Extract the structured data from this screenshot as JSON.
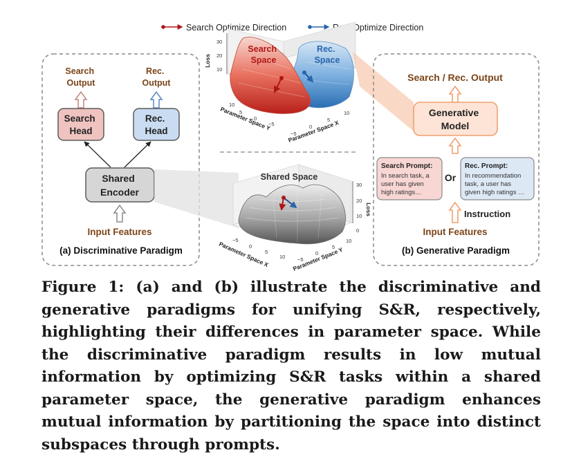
{
  "legend": {
    "search": "Search Optimize Direction",
    "rec": "Rec. Optimize Direction"
  },
  "panel_a": {
    "search_output": [
      "Search",
      "Output"
    ],
    "rec_output": [
      "Rec.",
      "Output"
    ],
    "search_head": [
      "Search",
      "Head"
    ],
    "rec_head": [
      "Rec.",
      "Head"
    ],
    "shared_encoder": [
      "Shared",
      "Encoder"
    ],
    "input_features": "Input Features",
    "label": "(a) Discriminative Paradigm"
  },
  "plot_top": {
    "search_space": [
      "Search",
      "Space"
    ],
    "rec_space": [
      "Rec.",
      "Space"
    ],
    "zlabel": "Loss",
    "xlabel": "Parameter Space X",
    "ylabel": "Parameter Space Y",
    "z_ticks": [
      "10",
      "20",
      "30"
    ],
    "x_ticks": [
      "−5",
      "0",
      "5",
      "10"
    ],
    "y_ticks": [
      "10",
      "5",
      "0",
      "−5"
    ]
  },
  "plot_bottom": {
    "title": "Shared Space",
    "zlabel": "Loss",
    "xlabel": "Parameter Space X",
    "ylabel": "Parameter Space Y",
    "z_ticks": [
      "30",
      "20",
      "10",
      "0"
    ],
    "x_ticks": [
      "−5",
      "0",
      "5",
      "10"
    ],
    "y_ticks": [
      "−5",
      "0",
      "5",
      "10"
    ]
  },
  "panel_b": {
    "output": "Search / Rec. Output",
    "model": [
      "Generative",
      "Model"
    ],
    "search_prompt_title": "Search Prompt:",
    "search_prompt_lines": [
      "In search task, a",
      "user has given",
      "high ratings…"
    ],
    "or": "Or",
    "rec_prompt_title": "Rec. Prompt:",
    "rec_prompt_lines": [
      "In recommendation",
      "task, a user has",
      "given high ratings …"
    ],
    "instruction": "Instruction",
    "input_features": "Input Features",
    "label": "(b) Generative Paradigm"
  },
  "caption": "Figure 1: (a) and (b) illustrate the discriminative and generative paradigms for unifying S&R, respectively, highlighting their differences in parameter space. While the discriminative paradigm results in low mutual information by optimizing S&R tasks within a shared parameter space, the generative paradigm enhances mutual information by partitioning the space into distinct subspaces through prompts.",
  "colors": {
    "search_red": "#b01515",
    "rec_blue": "#2a65ad",
    "brown_text": "#7b4418",
    "orange": "#f0a070"
  }
}
